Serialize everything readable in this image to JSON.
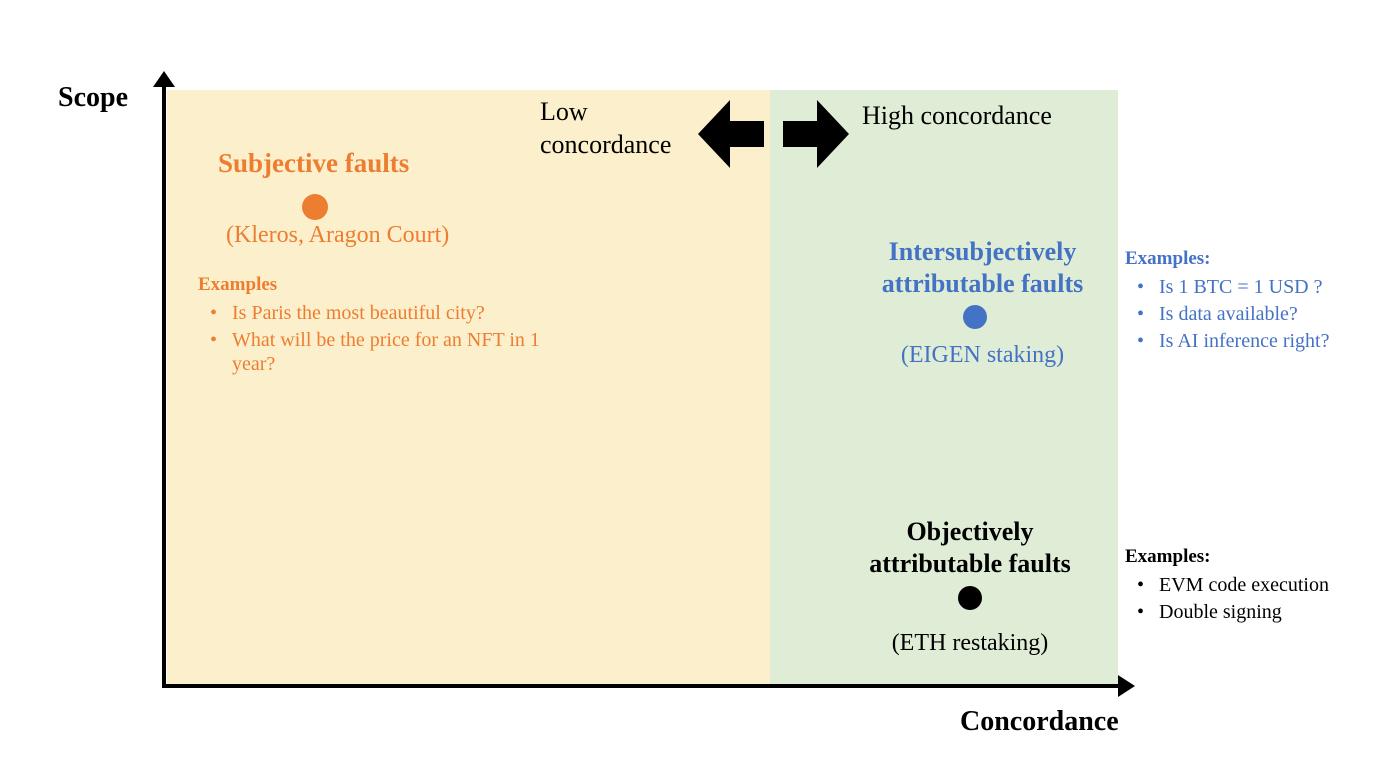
{
  "axes": {
    "y_label": "Scope",
    "x_label": "Concordance"
  },
  "regions": {
    "low": {
      "label": "Low concordance",
      "color": "#FCF0CC"
    },
    "high": {
      "label": "High concordance",
      "color": "#E0EDD6"
    }
  },
  "icons": {
    "left_arrow": "left-block-arrow",
    "right_arrow": "right-block-arrow"
  },
  "categories": {
    "subjective": {
      "title": "Subjective faults",
      "subtitle": "(Kleros, Aragon Court)",
      "examples_title": "Examples",
      "examples": [
        "Is Paris the most beautiful city?",
        "What will be the price for an NFT in 1 year?"
      ],
      "color": "#ED7D31"
    },
    "intersubjective": {
      "title": "Intersubjectively attributable faults",
      "subtitle": "(EIGEN staking)",
      "examples_title": "Examples:",
      "examples": [
        "Is 1 BTC = 1 USD ?",
        "Is data available?",
        "Is AI inference right?"
      ],
      "color": "#4472C4"
    },
    "objective": {
      "title": "Objectively attributable faults",
      "subtitle": "(ETH restaking)",
      "examples_title": "Examples:",
      "examples": [
        "EVM code execution",
        "Double signing"
      ],
      "color": "#000000"
    }
  }
}
